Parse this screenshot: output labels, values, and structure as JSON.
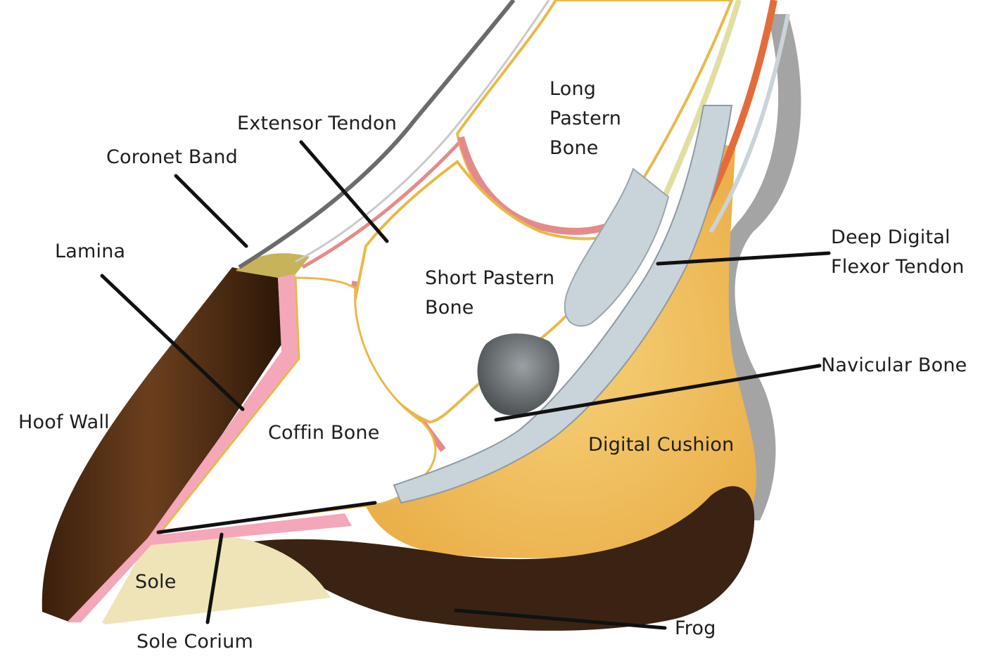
{
  "labels": {
    "extensor_tendon": "Extensor Tendon",
    "coronet_band": "Coronet Band",
    "lamina": "Lamina",
    "hoof_wall": "Hoof Wall",
    "long_pastern_1": "Long",
    "long_pastern_2": "Pastern",
    "long_pastern_3": "Bone",
    "short_pastern_1": "Short Pastern",
    "short_pastern_2": "Bone",
    "coffin_bone": "Coffin Bone",
    "deep_digital_1": "Deep Digital",
    "deep_digital_2": "Flexor Tendon",
    "navicular_bone": "Navicular Bone",
    "digital_cushion": "Digital Cushion",
    "sole": "Sole",
    "sole_corium": "Sole Corium",
    "frog": "Frog"
  },
  "colors": {
    "hoof_wall": "#4a2a12",
    "lamina": "#f4a7b9",
    "sole": "#efe4b8",
    "frog": "#3b2313",
    "digital_cushion": "#f1c35f",
    "bone": "#ffffff",
    "bone_outline": "#e8b94a",
    "joint_cartilage": "#e58a8a",
    "tendon": "#c9d3da",
    "navicular": "#5f6467",
    "hair": "#555555",
    "leader_line": "#111111"
  }
}
